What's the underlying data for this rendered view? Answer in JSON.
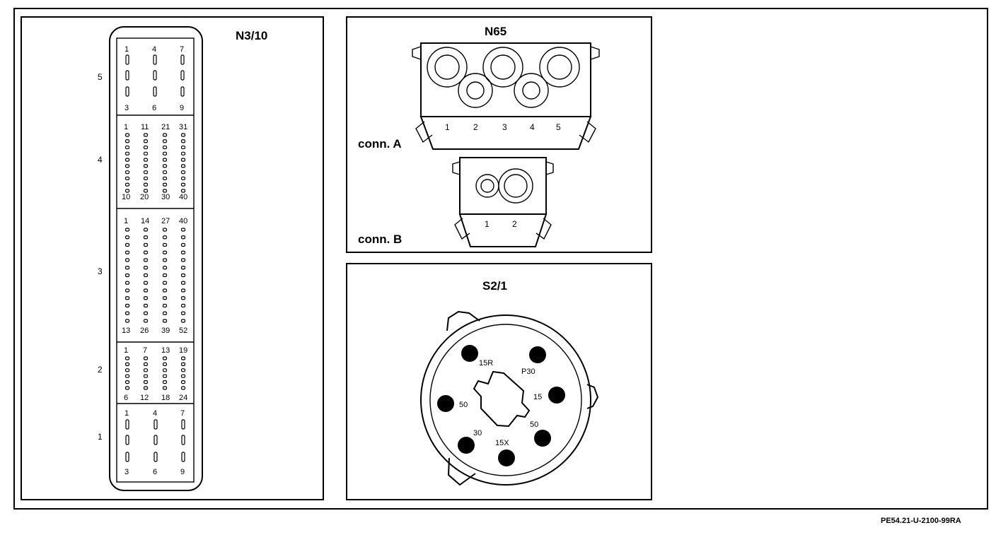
{
  "n3_10": {
    "title": "N3/10",
    "blocks": [
      {
        "label": "5",
        "top": [
          "1",
          "4",
          "7"
        ],
        "bottom": [
          "3",
          "6",
          "9"
        ]
      },
      {
        "label": "4",
        "top": [
          "1",
          "11",
          "21",
          "31"
        ],
        "bottom": [
          "10",
          "20",
          "30",
          "40"
        ]
      },
      {
        "label": "3",
        "top": [
          "1",
          "14",
          "27",
          "40"
        ],
        "bottom": [
          "13",
          "26",
          "39",
          "52"
        ]
      },
      {
        "label": "2",
        "top": [
          "1",
          "7",
          "13",
          "19"
        ],
        "bottom": [
          "6",
          "12",
          "18",
          "24"
        ]
      },
      {
        "label": "1",
        "top": [
          "1",
          "4",
          "7"
        ],
        "bottom": [
          "3",
          "6",
          "9"
        ]
      }
    ]
  },
  "n65": {
    "title": "N65",
    "conn_a": {
      "label": "conn. A",
      "pins": [
        "1",
        "2",
        "3",
        "4",
        "5"
      ]
    },
    "conn_b": {
      "label": "conn. B",
      "pins": [
        "1",
        "2"
      ]
    }
  },
  "s2_1": {
    "title": "S2/1",
    "pins": [
      "15R",
      "P30",
      "15",
      "50",
      "50",
      "30",
      "15X"
    ]
  },
  "reference": "PE54.21-U-2100-99RA"
}
